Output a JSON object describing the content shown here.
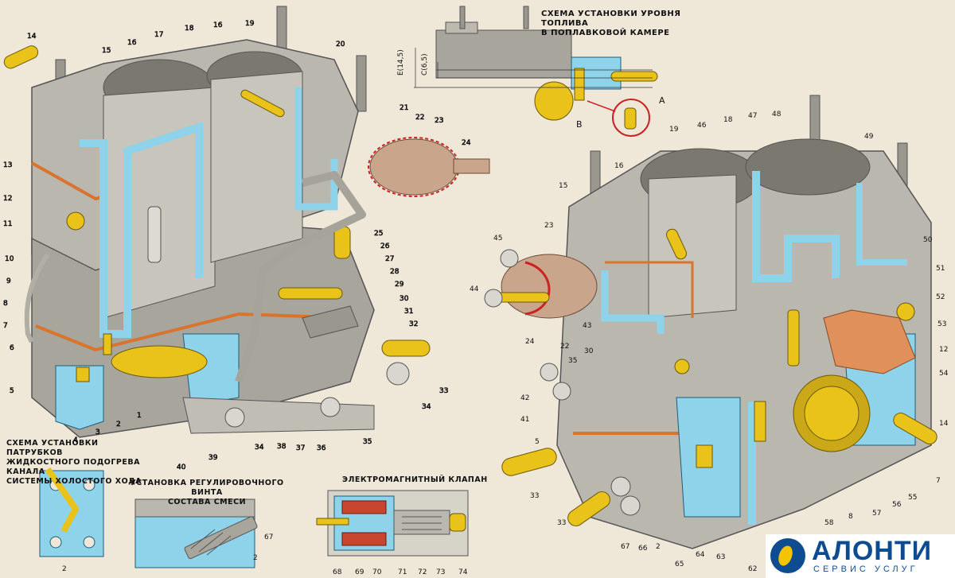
{
  "captions": {
    "fuel_level": "СХЕМА УСТАНОВКИ УРОВНЯ ТОПЛИВА\nВ ПОПЛАВКОВОЙ КАМЕРЕ",
    "heater_nozzles": "СХЕМА УСТАНОВКИ ПАТРУБКОВ\nЖИДКОСТНОГО ПОДОГРЕВА КАНАЛА\nСИСТЕМЫ ХОЛОСТОГО ХОДА",
    "mixture_screw": "УСТАНОВКА РЕГУЛИРОВОЧНОГО ВИНТА\nСОСТАВА СМЕСИ",
    "solenoid_valve": "ЭЛЕКТРОМАГНИТНЫЙ КЛАПАН"
  },
  "fuel_level_labels": {
    "dim_e": "Е(14,5)",
    "dim_c": "С(6,5)",
    "point_a": "А",
    "point_b": "В"
  },
  "left_view_labels": [
    "1",
    "2",
    "3",
    "4",
    "5",
    "6",
    "7",
    "8",
    "9",
    "10",
    "11",
    "12",
    "13",
    "14",
    "15",
    "16",
    "17",
    "18",
    "16",
    "19",
    "20",
    "21",
    "22",
    "23",
    "24",
    "25",
    "26",
    "27",
    "28",
    "29",
    "30",
    "31",
    "32",
    "33",
    "34",
    "34",
    "35",
    "36",
    "37",
    "38",
    "39",
    "40"
  ],
  "right_view_labels": [
    "15",
    "16",
    "19",
    "46",
    "18",
    "47",
    "48",
    "49",
    "50",
    "51",
    "52",
    "53",
    "12",
    "54",
    "14",
    "7",
    "55",
    "56",
    "57",
    "8",
    "58",
    "62",
    "63",
    "64",
    "65",
    "2",
    "66",
    "67",
    "33",
    "33",
    "5",
    "41",
    "42",
    "35",
    "30",
    "24",
    "22",
    "43",
    "44",
    "45",
    "23"
  ],
  "heater_labels": [
    "2"
  ],
  "mixture_screw_labels": [
    "67",
    "2"
  ],
  "solenoid_labels": [
    "68",
    "69",
    "70",
    "71",
    "72",
    "73",
    "74"
  ],
  "logo": {
    "brand": "АЛОНТИ",
    "tagline": "СЕРВИС УСЛУГ"
  },
  "colors": {
    "channel": "#8fd3ea",
    "metal": "#b9b7ae",
    "brass": "#e9c21a",
    "gasket": "#d9742f",
    "paper": "#efe8d9"
  }
}
